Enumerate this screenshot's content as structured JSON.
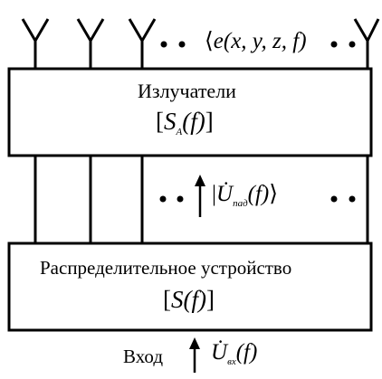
{
  "emitters_block": {
    "title": "Излучатели",
    "matrix": "[S_A(f)]",
    "matrix_parts": {
      "open": "[",
      "symbol": "S",
      "subscript": "A",
      "arg": "(f)",
      "close": "]"
    }
  },
  "field_label": {
    "text": "e(x, y, z, f)",
    "parts": {
      "symbol": "e",
      "args": "(x, y, z, f)"
    }
  },
  "feed_label": {
    "text": "U̇_пад(f)",
    "parts": {
      "symbol": "U̇",
      "subscript": "пад",
      "arg": "(f)"
    }
  },
  "distribution_block": {
    "title": "Распределительное устройство",
    "matrix": "[S(f)]",
    "matrix_parts": {
      "open": "[",
      "symbol": "S",
      "arg": "(f)",
      "close": "]"
    }
  },
  "input": {
    "label": "Вход",
    "signal": "U̇_вх(f)",
    "signal_parts": {
      "symbol": "U̇",
      "subscript": "вх",
      "arg": "(f)"
    }
  },
  "colors": {
    "stroke": "#000000",
    "fill": "#ffffff"
  }
}
